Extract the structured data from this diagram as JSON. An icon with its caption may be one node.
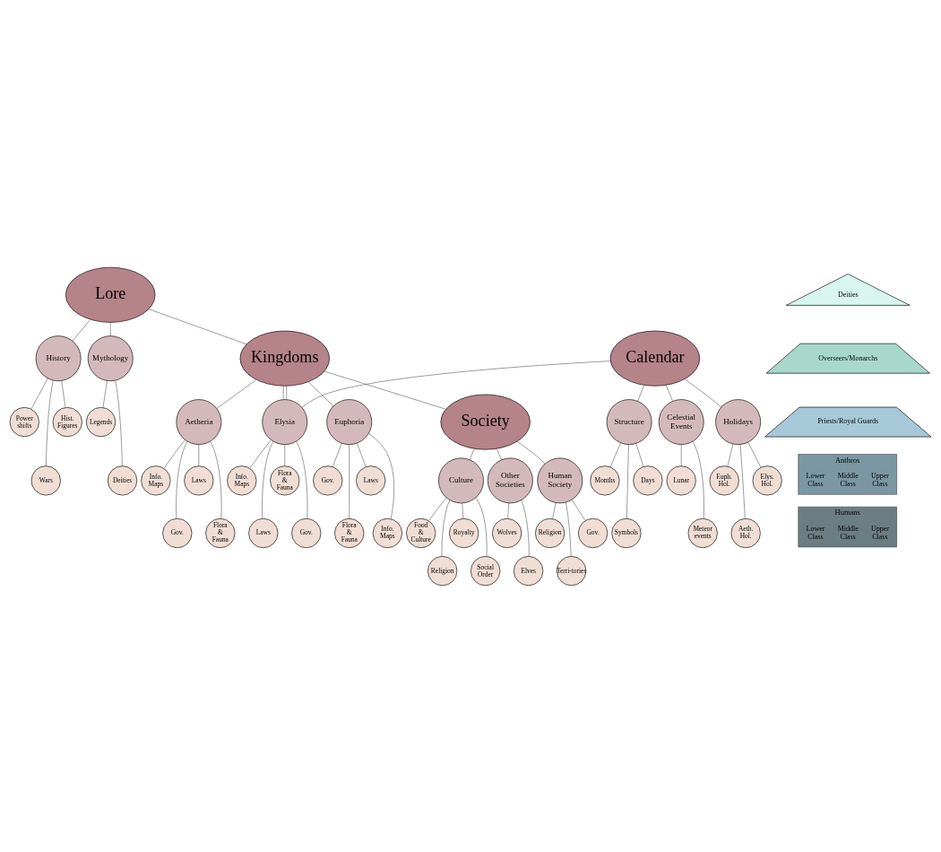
{
  "diagram": {
    "nodes": [
      {
        "text": [
          "Lore"
        ]
      },
      {
        "text": [
          "History"
        ]
      },
      {
        "text": [
          "Power shifts"
        ]
      },
      {
        "text": [
          "Wars"
        ]
      },
      {
        "text": [
          "Hist. Figures"
        ]
      },
      {
        "text": [
          "Mythology"
        ]
      },
      {
        "text": [
          "Legends"
        ]
      },
      {
        "text": [
          "Deities"
        ]
      },
      {
        "text": [
          "Calendar"
        ]
      },
      {
        "text": [
          "Structure"
        ]
      },
      {
        "text": [
          "Months"
        ]
      },
      {
        "text": [
          "Symbols"
        ]
      },
      {
        "text": [
          "Days"
        ]
      },
      {
        "text": [
          "Celestial Events"
        ]
      },
      {
        "text": [
          "Lunar"
        ]
      },
      {
        "text": [
          "Meteor events"
        ]
      },
      {
        "text": [
          "Holidays"
        ]
      },
      {
        "text": [
          "Euph. Hol."
        ]
      },
      {
        "text": [
          "Aeth. Hol."
        ]
      },
      {
        "text": [
          "Elys. Hol."
        ]
      },
      {
        "text": [
          "Kingdoms"
        ]
      },
      {
        "text": [
          "Aetheria"
        ]
      },
      {
        "text": [
          "Info. Maps"
        ]
      },
      {
        "text": [
          "Gov."
        ]
      },
      {
        "text": [
          "Laws"
        ]
      },
      {
        "text": [
          "Flora & Fauna"
        ]
      },
      {
        "text": [
          "Elysia"
        ]
      },
      {
        "text": [
          "Info. Maps"
        ]
      },
      {
        "text": [
          "Laws"
        ]
      },
      {
        "text": [
          "Flora & Fauna"
        ]
      },
      {
        "text": [
          "Gov."
        ]
      },
      {
        "text": [
          "Euphoria"
        ]
      },
      {
        "text": [
          "Gov."
        ]
      },
      {
        "text": [
          "Flora & Fauna"
        ]
      },
      {
        "text": [
          "Laws"
        ]
      },
      {
        "text": [
          "Info. Maps"
        ]
      },
      {
        "text": [
          "Society"
        ]
      },
      {
        "text": [
          "Culture"
        ]
      },
      {
        "text": [
          "Food & Culture"
        ]
      },
      {
        "text": [
          "Religion"
        ]
      },
      {
        "text": [
          "Royalty"
        ]
      },
      {
        "text": [
          "Social Order"
        ]
      },
      {
        "text": [
          "Other Societies"
        ]
      },
      {
        "text": [
          "Wolves"
        ]
      },
      {
        "text": [
          "Elves"
        ]
      },
      {
        "text": [
          "Human Society"
        ]
      },
      {
        "text": [
          "Religion"
        ]
      },
      {
        "text": [
          "Terri-tories"
        ]
      },
      {
        "text": [
          "Gov."
        ]
      },
      {
        "text": [
          "Deities"
        ]
      },
      {
        "text": [
          "Overseers/Monarchs"
        ]
      },
      {
        "text": [
          "Priests/Royal Guards"
        ]
      },
      {
        "text": [
          "Anthros"
        ]
      },
      {
        "text": [
          "Upper Class"
        ],
        "in": 52
      },
      {
        "text": [
          "Middle Class"
        ],
        "in": 52
      },
      {
        "text": [
          "Lower Class"
        ],
        "in": 52
      },
      {
        "text": [
          "Humans"
        ]
      },
      {
        "text": [
          "Upper Class"
        ],
        "in": 56
      },
      {
        "text": [
          "Middle Class"
        ],
        "in": 56
      },
      {
        "text": [
          "Lower Class"
        ],
        "in": 56
      }
    ],
    "edges": [
      {
        "from": 0,
        "to": 1,
        "arrow": "none"
      },
      {
        "from": 1,
        "to": 2,
        "arrow": "none"
      },
      {
        "from": 1,
        "to": 3,
        "arrow": "none"
      },
      {
        "from": 1,
        "to": 4,
        "arrow": "none"
      },
      {
        "from": 0,
        "to": 5,
        "arrow": "none"
      },
      {
        "from": 5,
        "to": 6,
        "arrow": "none"
      },
      {
        "from": 5,
        "to": 7,
        "arrow": "none"
      },
      {
        "from": 0,
        "to": 20,
        "arrow": "none"
      },
      {
        "from": 8,
        "to": 9,
        "arrow": "none"
      },
      {
        "from": 9,
        "to": 10,
        "arrow": "none"
      },
      {
        "from": 9,
        "to": 11,
        "arrow": "none"
      },
      {
        "from": 9,
        "to": 12,
        "arrow": "none"
      },
      {
        "from": 8,
        "to": 13,
        "arrow": "none"
      },
      {
        "from": 13,
        "to": 14,
        "arrow": "none"
      },
      {
        "from": 13,
        "to": 15,
        "arrow": "none"
      },
      {
        "from": 8,
        "to": 16,
        "arrow": "none"
      },
      {
        "from": 16,
        "to": 17,
        "arrow": "none"
      },
      {
        "from": 16,
        "to": 18,
        "arrow": "none"
      },
      {
        "from": 16,
        "to": 19,
        "arrow": "none"
      },
      {
        "from": 8,
        "to": 26,
        "arrow": "none"
      },
      {
        "from": 20,
        "to": 21,
        "arrow": "none"
      },
      {
        "from": 21,
        "to": 22,
        "arrow": "none"
      },
      {
        "from": 21,
        "to": 23,
        "arrow": "none"
      },
      {
        "from": 21,
        "to": 24,
        "arrow": "none"
      },
      {
        "from": 21,
        "to": 25,
        "arrow": "none"
      },
      {
        "from": 20,
        "to": 26,
        "arrow": "none"
      },
      {
        "from": 20,
        "to": 26,
        "arrow": "none"
      },
      {
        "from": 26,
        "to": 27,
        "arrow": "none"
      },
      {
        "from": 26,
        "to": 28,
        "arrow": "none"
      },
      {
        "from": 26,
        "to": 29,
        "arrow": "none"
      },
      {
        "from": 26,
        "to": 30,
        "arrow": "none"
      },
      {
        "from": 20,
        "to": 31,
        "arrow": "none"
      },
      {
        "from": 31,
        "to": 32,
        "arrow": "none"
      },
      {
        "from": 31,
        "to": 33,
        "arrow": "none"
      },
      {
        "from": 31,
        "to": 34,
        "arrow": "none"
      },
      {
        "from": 31,
        "to": 35,
        "arrow": "none"
      },
      {
        "from": 20,
        "to": 36,
        "arrow": "none"
      },
      {
        "from": 36,
        "to": 37,
        "arrow": "none"
      },
      {
        "from": 37,
        "to": 38,
        "arrow": "none"
      },
      {
        "from": 37,
        "to": 39,
        "arrow": "none"
      },
      {
        "from": 37,
        "to": 40,
        "arrow": "none"
      },
      {
        "from": 37,
        "to": 41,
        "arrow": "none"
      },
      {
        "from": 36,
        "to": 42,
        "arrow": "none"
      },
      {
        "from": 42,
        "to": 43,
        "arrow": "none"
      },
      {
        "from": 42,
        "to": 44,
        "arrow": "none"
      },
      {
        "from": 36,
        "to": 45,
        "arrow": "none"
      },
      {
        "from": 45,
        "to": 46,
        "arrow": "none"
      },
      {
        "from": 45,
        "to": 47,
        "arrow": "none"
      },
      {
        "from": 45,
        "to": 48,
        "arrow": "none"
      }
    ]
  }
}
